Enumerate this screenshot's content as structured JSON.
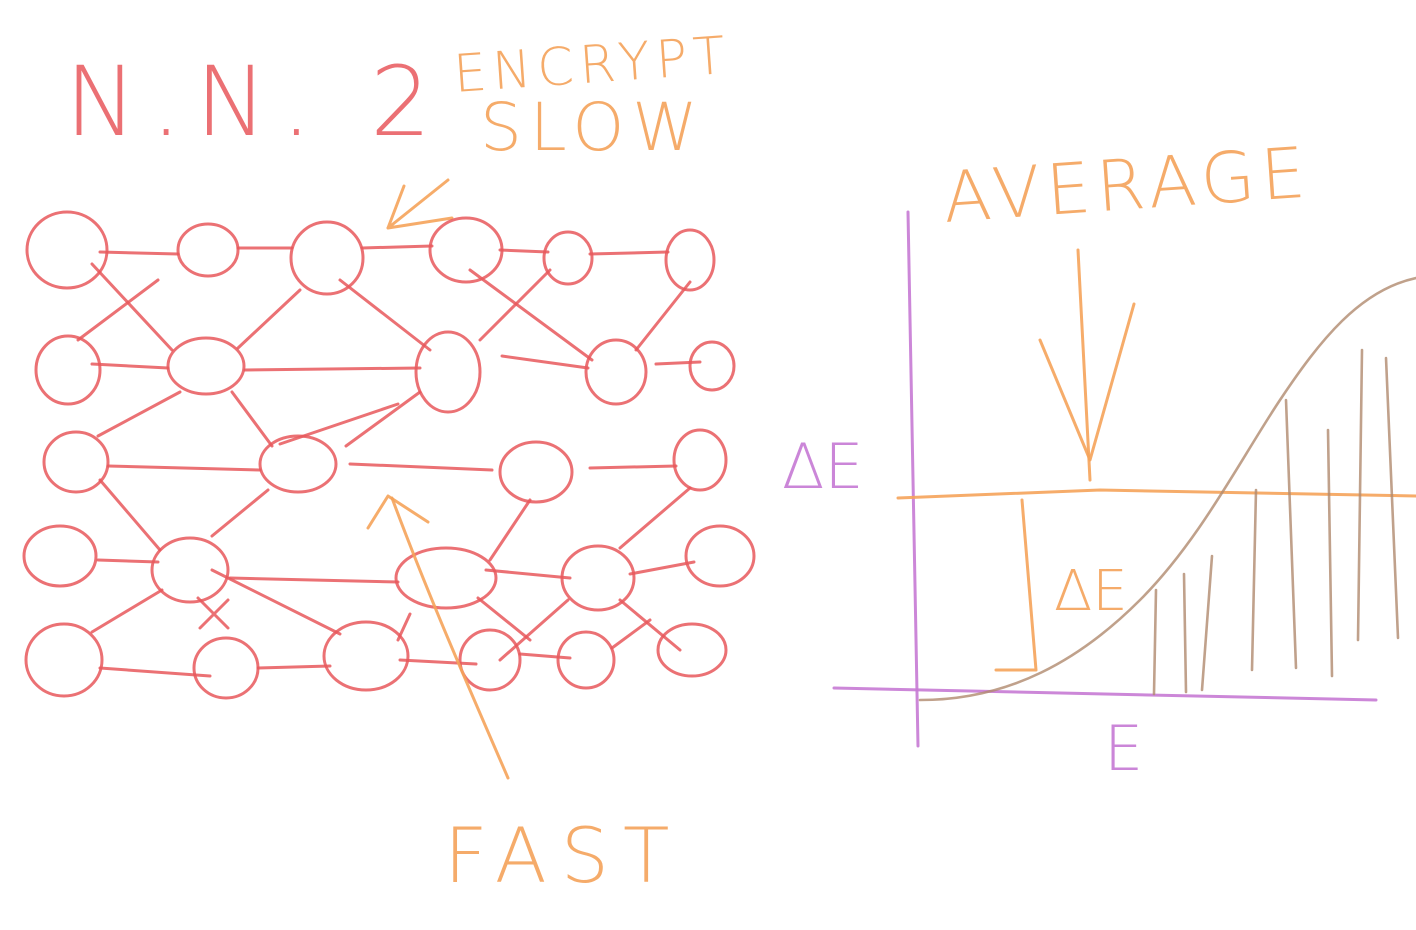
{
  "title": "N.N. 2",
  "labels": {
    "encrypt": "ENCRYPT",
    "slow": "SLOW",
    "fast": "FAST",
    "average": "AVERAGE",
    "delta_e_axis": "ΔE",
    "delta_e_inner": "ΔE",
    "e_axis": "E"
  },
  "colors": {
    "network": "#e8585c",
    "annotation": "#f5a35a",
    "axis": "#c67ad4",
    "curve": "#b08a6e"
  },
  "icons": [
    "arrow-down-icon",
    "arrow-slow-icon",
    "arrow-fast-icon"
  ]
}
